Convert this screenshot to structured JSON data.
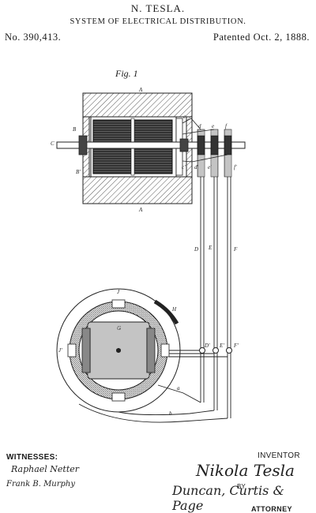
{
  "header": {
    "inventor_name": "N. TESLA.",
    "title": "SYSTEM OF ELECTRICAL DISTRIBUTION.",
    "patent_number": "No. 390,413.",
    "patent_date": "Patented Oct. 2, 1888."
  },
  "figure": {
    "label": "Fig. 1",
    "labels": {
      "A_top": "A",
      "A_bottom": "A",
      "B": "B",
      "B_prime": "B'",
      "C": "C",
      "c": "c",
      "c_prime": "c'",
      "rings": [
        "d",
        "e",
        "f"
      ],
      "brushes": [
        "d'",
        "e'",
        "f'"
      ],
      "wires": [
        "D",
        "E",
        "F"
      ],
      "G": "G",
      "H": "H",
      "J": "J",
      "J_prime": "J'",
      "wire_lower": [
        "D'",
        "E'",
        "F'"
      ],
      "coil": "a",
      "b": "b"
    }
  },
  "witnesses": {
    "label": "WITNESSES:",
    "signature_1": "Raphael Netter",
    "signature_2": "Frank B. Murphy"
  },
  "inventor": {
    "label": "INVENTOR",
    "signature": "Nikola Tesla"
  },
  "attorney": {
    "by_label": "BY",
    "signature": "Duncan, Curtis & Page",
    "label": "ATTORNEY"
  }
}
